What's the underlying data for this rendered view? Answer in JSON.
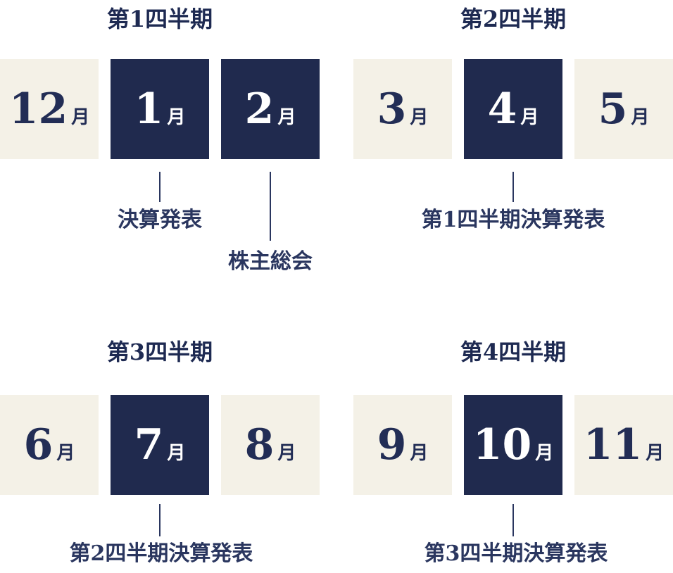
{
  "colors": {
    "background": "#ffffff",
    "box_light": "#f4f1e7",
    "box_dark": "#202a4e",
    "text_navy": "#1e2a52",
    "line_navy": "#2a365f",
    "text_on_dark": "#ffffff"
  },
  "quarters": [
    {
      "label": "第1四半期",
      "months": [
        {
          "number": "12",
          "suffix": "月",
          "highlighted": false
        },
        {
          "number": "1",
          "suffix": "月",
          "highlighted": true,
          "event": "決算発表"
        },
        {
          "number": "2",
          "suffix": "月",
          "highlighted": true,
          "event": "株主総会"
        }
      ]
    },
    {
      "label": "第2四半期",
      "months": [
        {
          "number": "3",
          "suffix": "月",
          "highlighted": false
        },
        {
          "number": "4",
          "suffix": "月",
          "highlighted": true,
          "event": "第1四半期決算発表"
        },
        {
          "number": "5",
          "suffix": "月",
          "highlighted": false
        }
      ]
    },
    {
      "label": "第3四半期",
      "months": [
        {
          "number": "6",
          "suffix": "月",
          "highlighted": false
        },
        {
          "number": "7",
          "suffix": "月",
          "highlighted": true,
          "event": "第2四半期決算発表"
        },
        {
          "number": "8",
          "suffix": "月",
          "highlighted": false
        }
      ]
    },
    {
      "label": "第4四半期",
      "months": [
        {
          "number": "9",
          "suffix": "月",
          "highlighted": false
        },
        {
          "number": "10",
          "suffix": "月",
          "highlighted": true,
          "event": "第3四半期決算発表"
        },
        {
          "number": "11",
          "suffix": "月",
          "highlighted": false
        }
      ]
    }
  ]
}
